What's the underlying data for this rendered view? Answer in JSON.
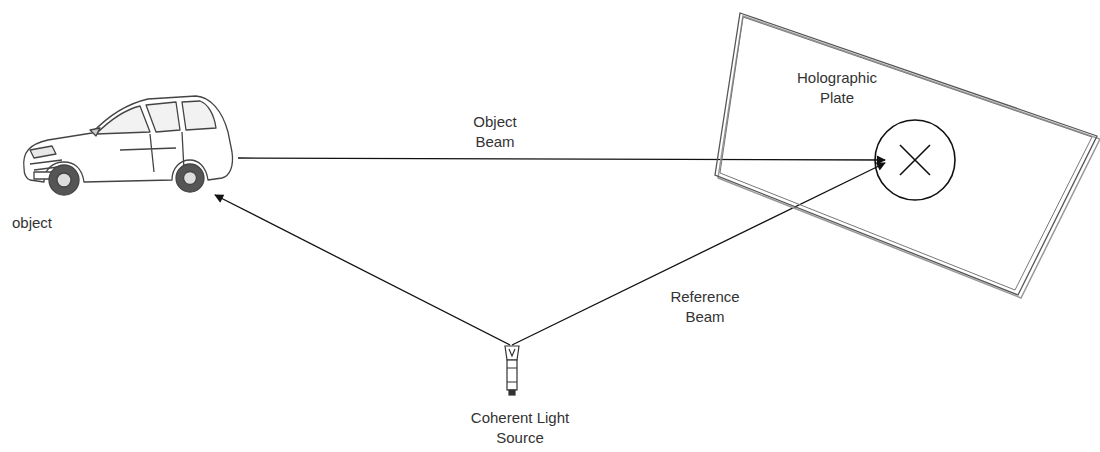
{
  "diagram": {
    "nodes": [
      {
        "text": [
          "object"
        ]
      },
      {
        "text": [
          "Holographic Plate"
        ]
      },
      {
        "text": [
          "Coherent Light Source"
        ]
      }
    ],
    "edges": [
      {
        "from": 2,
        "to": 0,
        "arrow": "to"
      },
      {
        "from": 0,
        "to": 1,
        "label": "Object Beam",
        "arrow": "to"
      },
      {
        "from": 2,
        "to": 1,
        "label": "Reference Beam",
        "arrow": "to"
      }
    ]
  }
}
